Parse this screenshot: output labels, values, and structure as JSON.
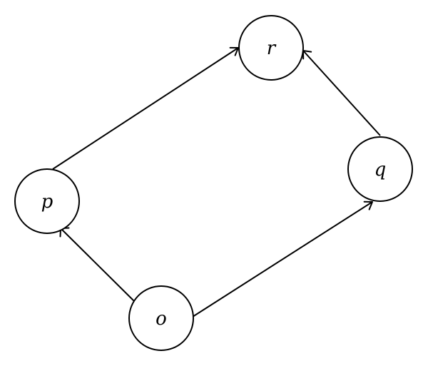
{
  "diagram": {
    "nodes": [
      {
        "id": "o",
        "label": "o"
      },
      {
        "id": "p",
        "label": "p"
      },
      {
        "id": "q",
        "label": "q"
      },
      {
        "id": "r",
        "label": "r"
      }
    ],
    "edges": [
      {
        "from": "o",
        "to": "p"
      },
      {
        "from": "o",
        "to": "q"
      },
      {
        "from": "p",
        "to": "r"
      },
      {
        "from": "q",
        "to": "r"
      }
    ],
    "colors": {
      "stroke": "#000000",
      "fill": "#ffffff"
    }
  }
}
